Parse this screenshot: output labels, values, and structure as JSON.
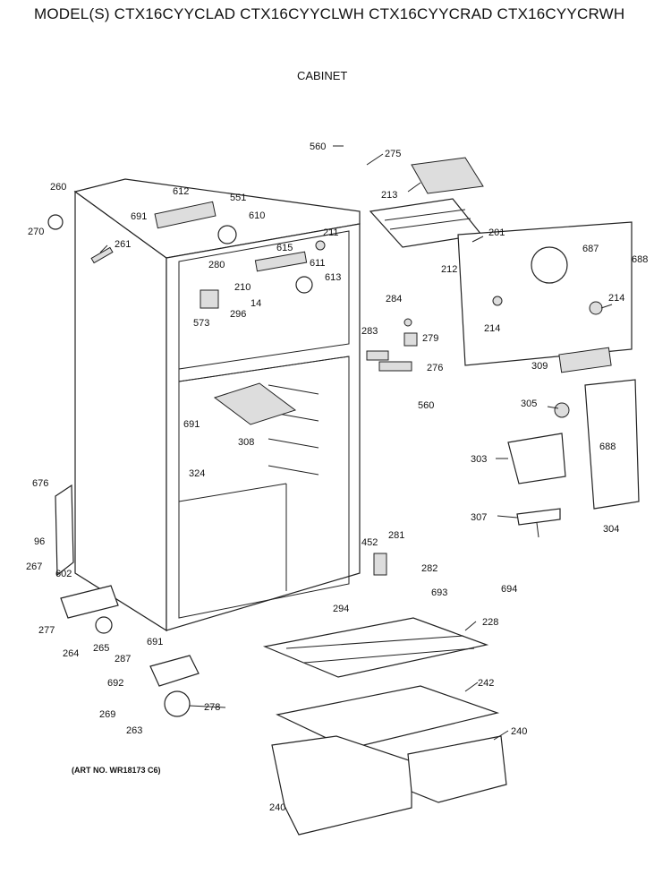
{
  "header": {
    "models": "MODEL(S) CTX16CYYCLAD  CTX16CYYCLWH  CTX16CYYCRAD  CTX16CYYCRWH"
  },
  "subtitle": "CABINET",
  "art_number": "(ART NO. WR18173 C6)",
  "callouts": [
    "560",
    "275",
    "213",
    "260",
    "612",
    "551",
    "610",
    "691",
    "270",
    "261",
    "615",
    "211",
    "201",
    "687",
    "688",
    "280",
    "611",
    "613",
    "210",
    "14",
    "296",
    "573",
    "212",
    "284",
    "214",
    "214",
    "283",
    "279",
    "276",
    "560",
    "309",
    "305",
    "691",
    "308",
    "324",
    "688",
    "303",
    "676",
    "96",
    "267",
    "602",
    "452",
    "281",
    "282",
    "693",
    "307",
    "304",
    "694",
    "277",
    "294",
    "228",
    "264",
    "265",
    "691",
    "287",
    "242",
    "692",
    "278",
    "240",
    "269",
    "263",
    "240"
  ]
}
